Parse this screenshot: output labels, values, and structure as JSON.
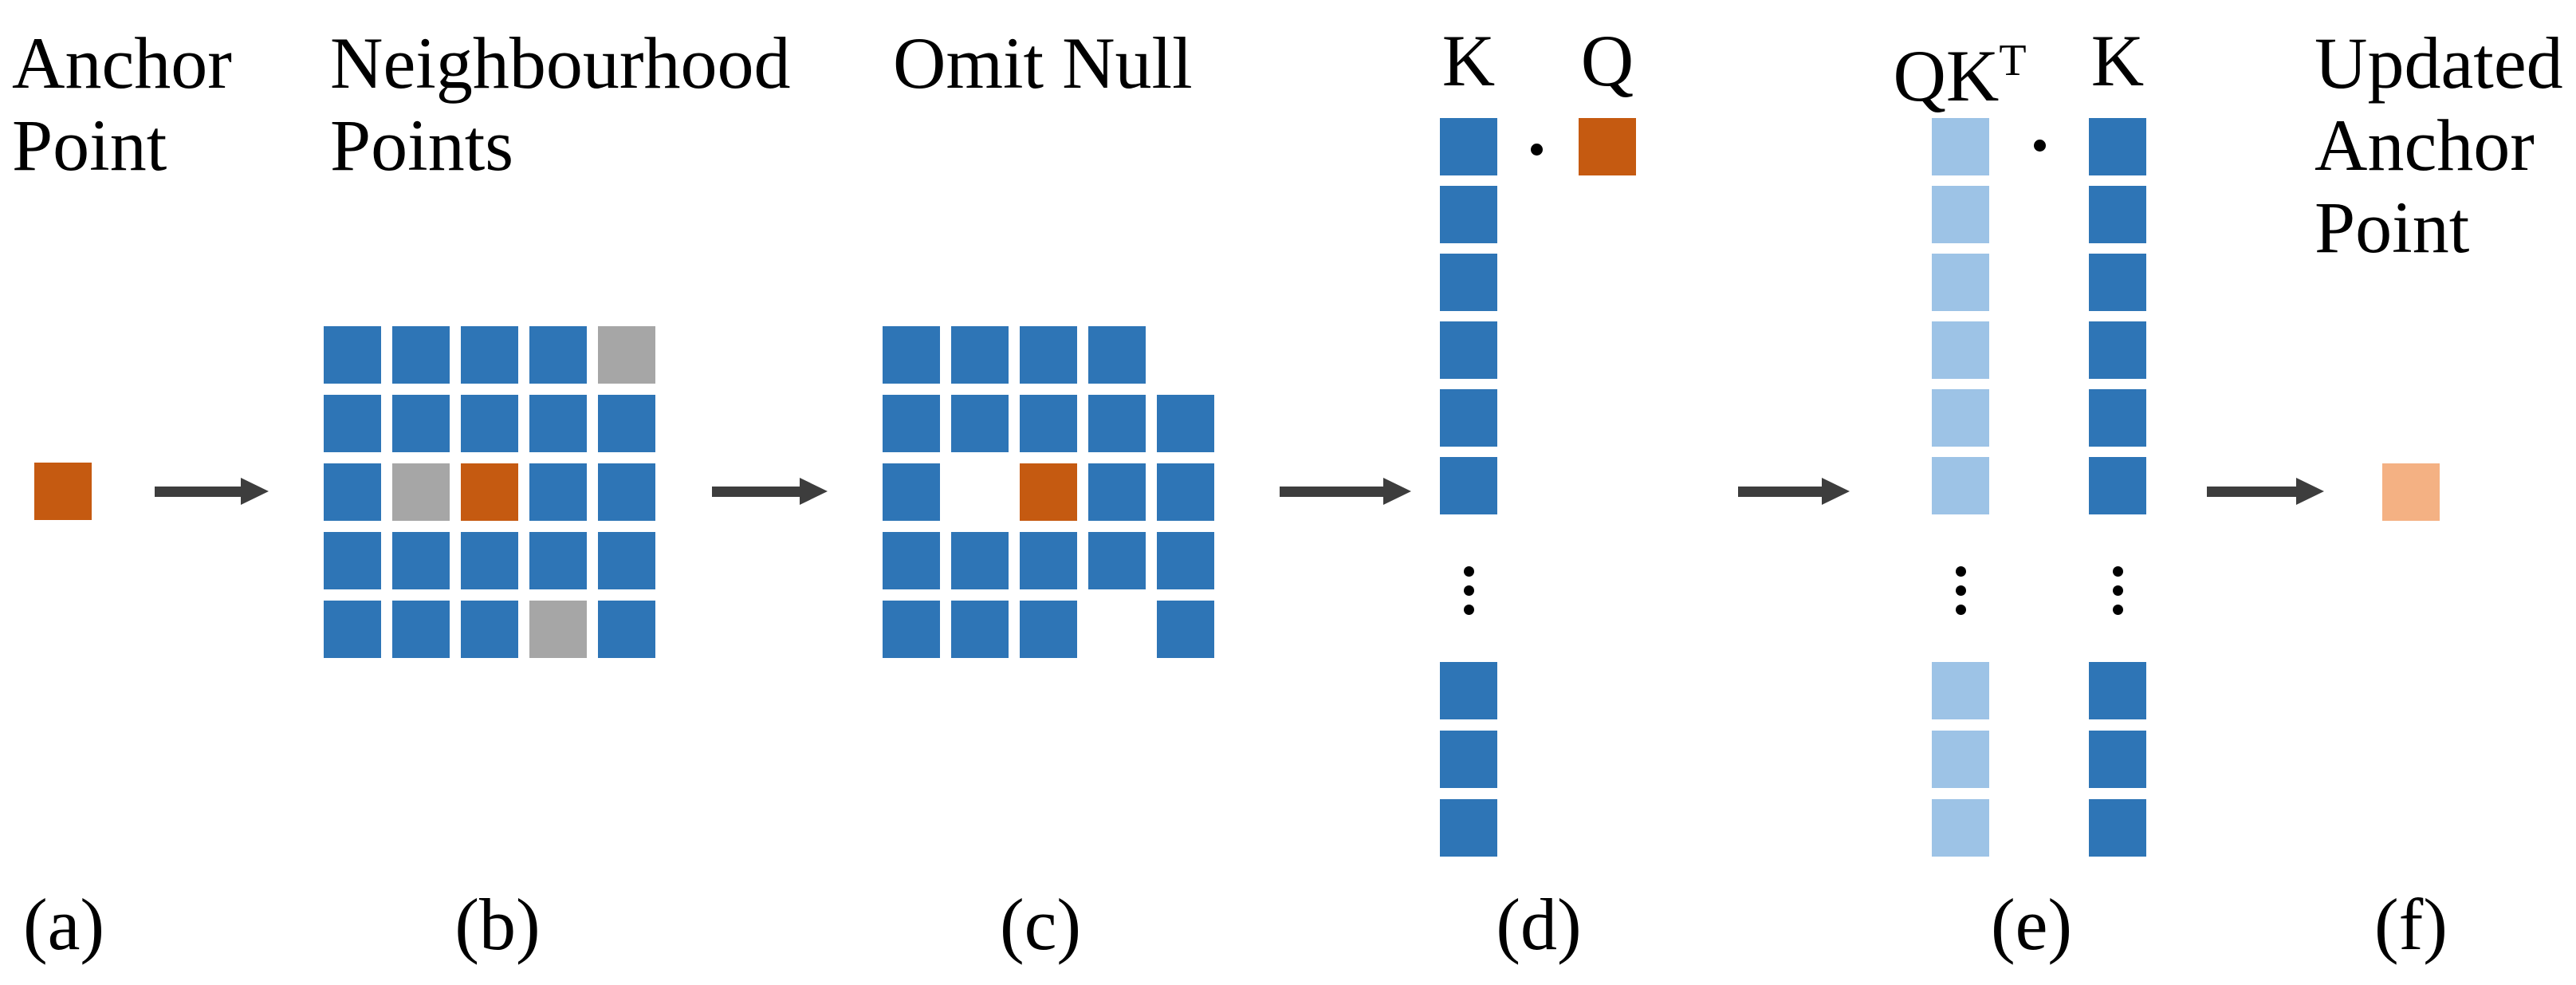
{
  "colors": {
    "background": "#FFFFFF",
    "text": "#000000",
    "arrow": "#3D3D3D",
    "blue": "#2E75B6",
    "light_blue": "#9DC3E6",
    "orange": "#C55A11",
    "light_orange": "#F4B183",
    "gray": "#A6A6A6"
  },
  "icons": {
    "vertical_ellipsis": "vertical-ellipsis-icon",
    "dot_product": "dot-product-icon",
    "right_arrow": "right-arrow-icon"
  },
  "sections": {
    "a": {
      "title": "Anchor\nPoint",
      "caption": "(a)",
      "cells": [
        "orange"
      ]
    },
    "b": {
      "title": "Neighbourhood\nPoints",
      "caption": "(b)",
      "grid": [
        [
          "blue",
          "blue",
          "blue",
          "blue",
          "gray"
        ],
        [
          "blue",
          "blue",
          "blue",
          "blue",
          "blue"
        ],
        [
          "blue",
          "gray",
          "orange",
          "blue",
          "blue"
        ],
        [
          "blue",
          "blue",
          "blue",
          "blue",
          "blue"
        ],
        [
          "blue",
          "blue",
          "blue",
          "gray",
          "blue"
        ]
      ]
    },
    "c": {
      "title": "Omit Null",
      "caption": "(c)",
      "grid": [
        [
          "blue",
          "blue",
          "blue",
          "blue",
          "empty"
        ],
        [
          "blue",
          "blue",
          "blue",
          "blue",
          "blue"
        ],
        [
          "blue",
          "empty",
          "orange",
          "blue",
          "blue"
        ],
        [
          "blue",
          "blue",
          "blue",
          "blue",
          "blue"
        ],
        [
          "blue",
          "blue",
          "blue",
          "empty",
          "blue"
        ]
      ]
    },
    "d": {
      "caption": "(d)",
      "k_label": "K",
      "q_label": "Q",
      "k_top": [
        "blue",
        "blue",
        "blue",
        "blue",
        "blue",
        "blue"
      ],
      "k_bottom": [
        "blue",
        "blue",
        "blue"
      ],
      "q_cells": [
        "orange"
      ]
    },
    "e": {
      "caption": "(e)",
      "qkt_label": "QK",
      "qkt_sup": "T",
      "k_label": "K",
      "qkt_top": [
        "light_blue",
        "light_blue",
        "light_blue",
        "light_blue",
        "light_blue",
        "light_blue"
      ],
      "qkt_bottom": [
        "light_blue",
        "light_blue",
        "light_blue"
      ],
      "k_top": [
        "blue",
        "blue",
        "blue",
        "blue",
        "blue",
        "blue"
      ],
      "k_bottom": [
        "blue",
        "blue",
        "blue"
      ]
    },
    "f": {
      "title": "Updated\nAnchor\nPoint",
      "caption": "(f)",
      "cells": [
        "light_orange"
      ]
    }
  }
}
